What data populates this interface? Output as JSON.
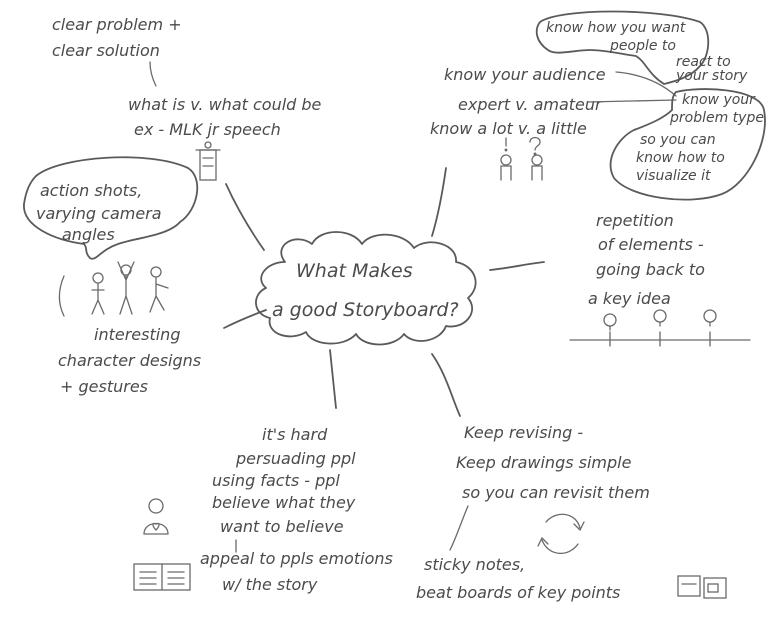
{
  "center": {
    "title_line1": "What Makes",
    "title_line2": "a good Storyboard?"
  },
  "problem_solution": {
    "line1": "clear problem +",
    "line2": "clear solution"
  },
  "what_is": {
    "line1": "what is v. what could be",
    "line2": "ex - MLK jr speech"
  },
  "action_shots": {
    "line1": "action shots,",
    "line2": "varying camera",
    "line3": "angles"
  },
  "characters": {
    "line1": "interesting",
    "line2": "character designs",
    "line3": "+ gestures"
  },
  "audience": {
    "react_line1": "know how you want",
    "react_line2": "people to",
    "react_line3": "react to",
    "react_line4": "your story",
    "know_audience": "know your audience",
    "expert": "expert v. amateur",
    "know_lot": "know a lot v. a little"
  },
  "problem_type": {
    "line1": "know your",
    "line2": "problem type",
    "line3": "so you can",
    "line4": "know how to",
    "line5": "visualize it"
  },
  "repetition": {
    "line1": "repetition",
    "line2": "of elements -",
    "line3": "going back to",
    "line4": "a key idea"
  },
  "persuading": {
    "line1": "it's hard",
    "line2": "persuading ppl",
    "line3": "using facts - ppl",
    "line4": "believe what they",
    "line5": "want to believe",
    "appeal1": "appeal to ppls emotions",
    "appeal2": "w/ the story"
  },
  "revising": {
    "line1": "Keep revising -",
    "line2": "Keep drawings simple",
    "line3": "so you can revisit them",
    "sticky1": "sticky notes,",
    "sticky2": "beat boards of key points"
  }
}
